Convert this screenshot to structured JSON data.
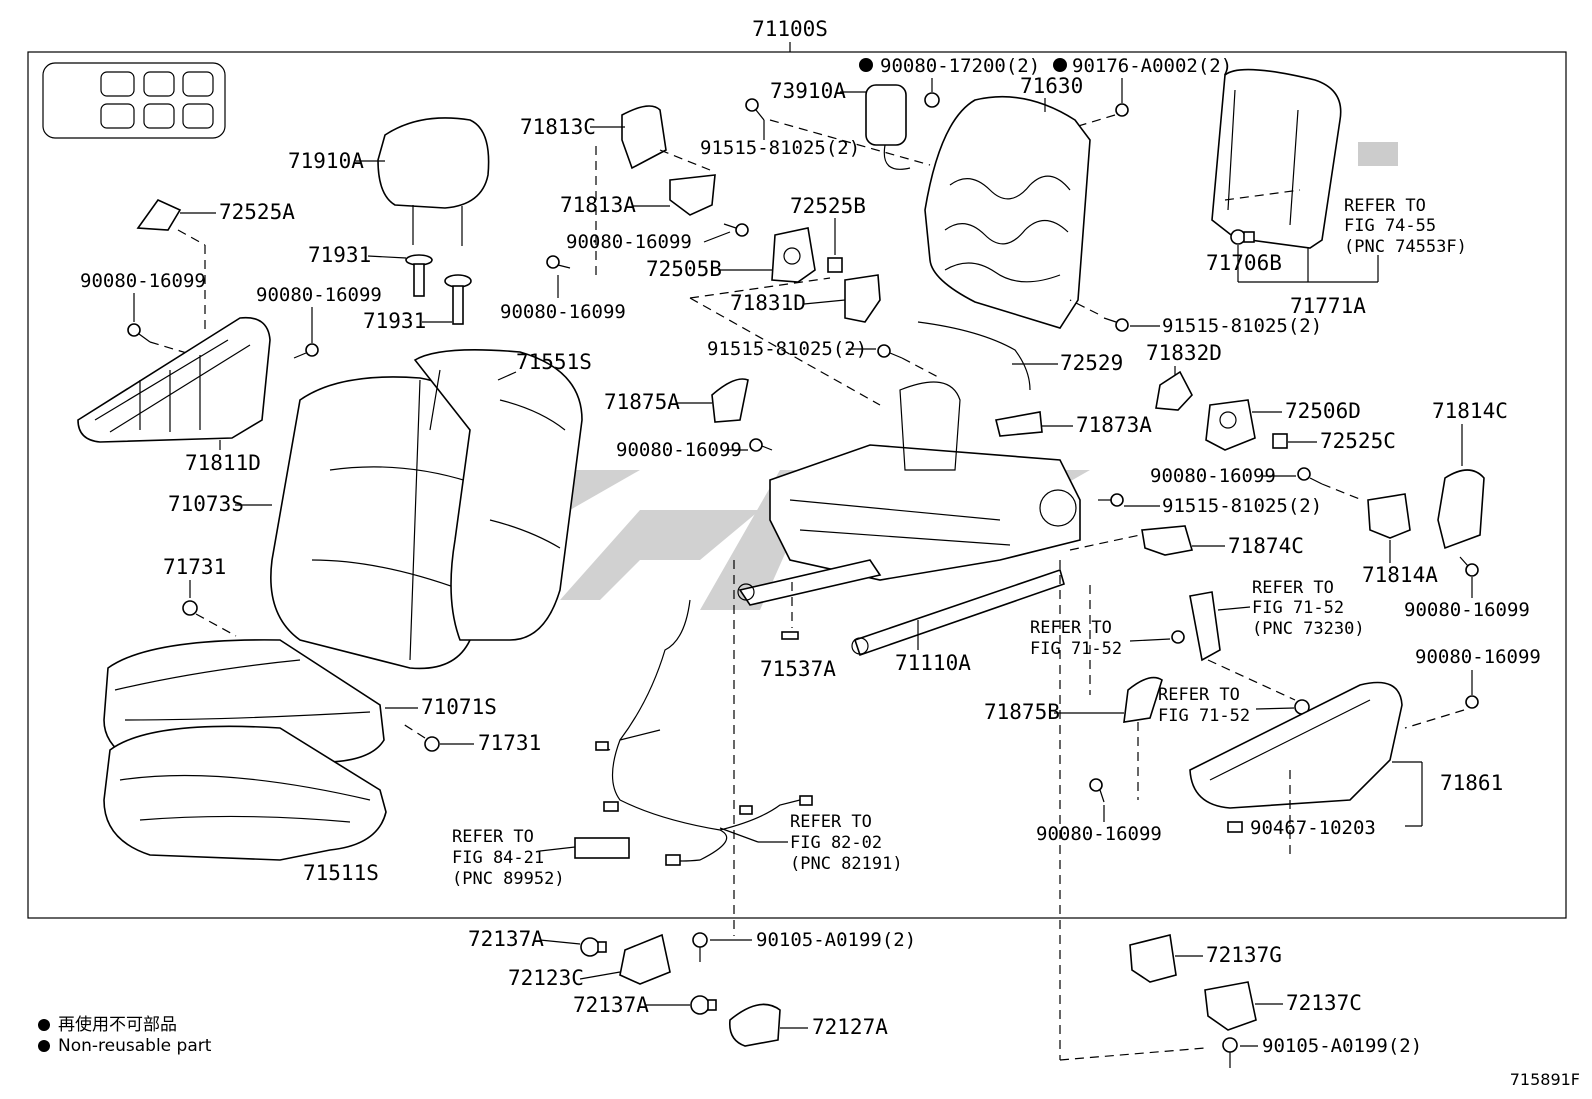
{
  "assembly_number": "71100S",
  "figure_code": "715891F",
  "legend": {
    "line1": "再使用不可部品",
    "line2": "Non-reusable part"
  },
  "labels": {
    "headrest": "71910A",
    "guide_upper": "71931",
    "guide_lower": "71931",
    "cover_72525a": "72525A",
    "screw_left_a": "90080-16099",
    "screw_left_b": "90080-16099",
    "shield_inner": "71811D",
    "back_cover": "71073S",
    "back_pad": "71551S",
    "clip_top": "71731",
    "clip_mid": "71731",
    "cushion_cover": "71071S",
    "cushion_pad": "71511S",
    "cover_71813c": "71813C",
    "bracket_71813a": "71813A",
    "screw_71813": "90080-16099",
    "screw_72505": "90080-16099",
    "bolt_91515_a": "91515-81025(2)",
    "bolt_91515_b": "91515-81025(2)",
    "bolt_91515_c": "91515-81025(2)",
    "bolt_91515_d": "91515-81025(2)",
    "lumbar": "73910A",
    "nut_90080": "90080-17200(2)",
    "nut_90176": "90176-A0002(2)",
    "back_frame": "71630",
    "board": "71771A",
    "board_clip": "71706B",
    "cover_72525b": "72525B",
    "recliner_left": "72505B",
    "bracket_71831d": "71831D",
    "cable": "72529",
    "bracket_71832d": "71832D",
    "recliner_right": "72506D",
    "cover_72525c": "72525C",
    "bracket_71875a": "71875A",
    "screw_71875a": "90080-16099",
    "bracket_71873a": "71873A",
    "screw_right_mid": "90080-16099",
    "bracket_71874c": "71874C",
    "cover_71814c": "71814C",
    "bracket_71814a": "71814A",
    "screw_71814": "90080-16099",
    "screw_71861": "90080-16099",
    "adjuster": "71110A",
    "clip_71537a": "71537A",
    "bracket_71875b": "71875B",
    "screw_71875b": "90080-16099",
    "shield_outer": "71861",
    "clip_90467": "90467-10203",
    "clip_72137a_1": "72137A",
    "clip_72137a_2": "72137A",
    "cover_72123c": "72123C",
    "cover_72127a": "72127A",
    "bolt_90105_a": "90105-A0199(2)",
    "bolt_90105_b": "90105-A0199(2)",
    "cover_72137g": "72137G",
    "cover_72137c": "72137C"
  },
  "refs": {
    "r7455": [
      "REFER TO",
      "FIG 74-55",
      "(PNC 74553F)"
    ],
    "r7152a": [
      "REFER TO",
      "FIG 71-52",
      "(PNC 73230)"
    ],
    "r7152b": [
      "REFER TO",
      "FIG 71-52"
    ],
    "r7152c": [
      "REFER TO",
      "FIG 71-52"
    ],
    "r8421": [
      "REFER TO",
      "FIG 84-21",
      "(PNC 89952)"
    ],
    "r8202": [
      "REFER TO",
      "FIG 82-02",
      "(PNC 82191)"
    ]
  },
  "icons": [
    "seat-location-icon",
    "non-reusable-dot-icon"
  ]
}
